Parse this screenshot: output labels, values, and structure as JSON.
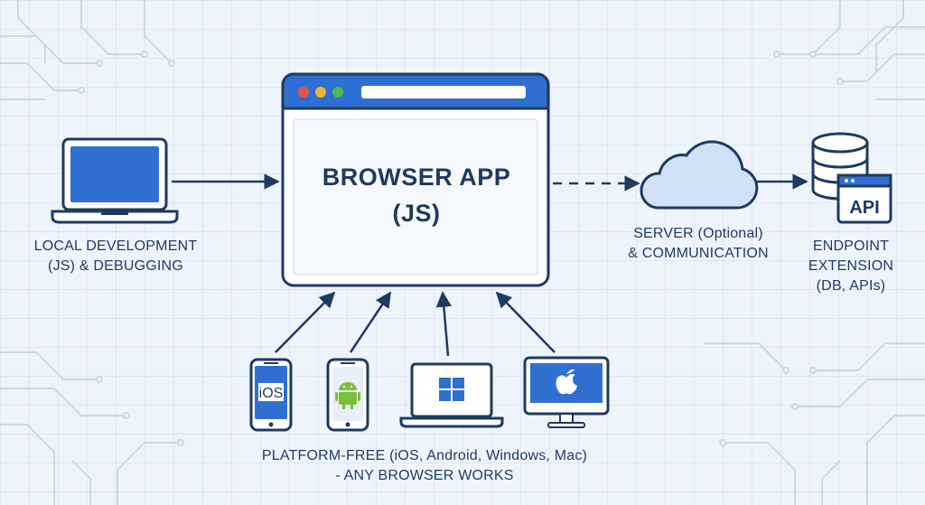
{
  "browser": {
    "title_line1": "BROWSER APP",
    "title_line2": "(JS)"
  },
  "local": {
    "line1": "LOCAL DEVELOPMENT",
    "line2": "(JS) & DEBUGGING"
  },
  "server": {
    "line1": "SERVER (Optional)",
    "line2": "& COMMUNICATION"
  },
  "endpoint": {
    "line1": "ENDPOINT",
    "line2": "EXTENSION",
    "line3": "(DB, APIs)",
    "api_badge": "API"
  },
  "platform": {
    "line1": "PLATFORM-FREE (iOS, Android, Windows, Mac)",
    "line2": "- ANY BROWSER WORKS"
  },
  "devices": {
    "ios_text": "iOS"
  },
  "icons": [
    "laptop-icon",
    "cloud-icon",
    "database-icon",
    "api-icon",
    "iphone-icon",
    "android-phone-icon",
    "windows-laptop-icon",
    "mac-monitor-icon"
  ],
  "colors": {
    "accent": "#2f6fd1",
    "dark": "#1f3a5f",
    "background": "#eef4fb",
    "red_dot": "#e5534b",
    "yellow_dot": "#f2b52e",
    "green_dot": "#4cb84f",
    "android_green": "#7cbf3a"
  }
}
